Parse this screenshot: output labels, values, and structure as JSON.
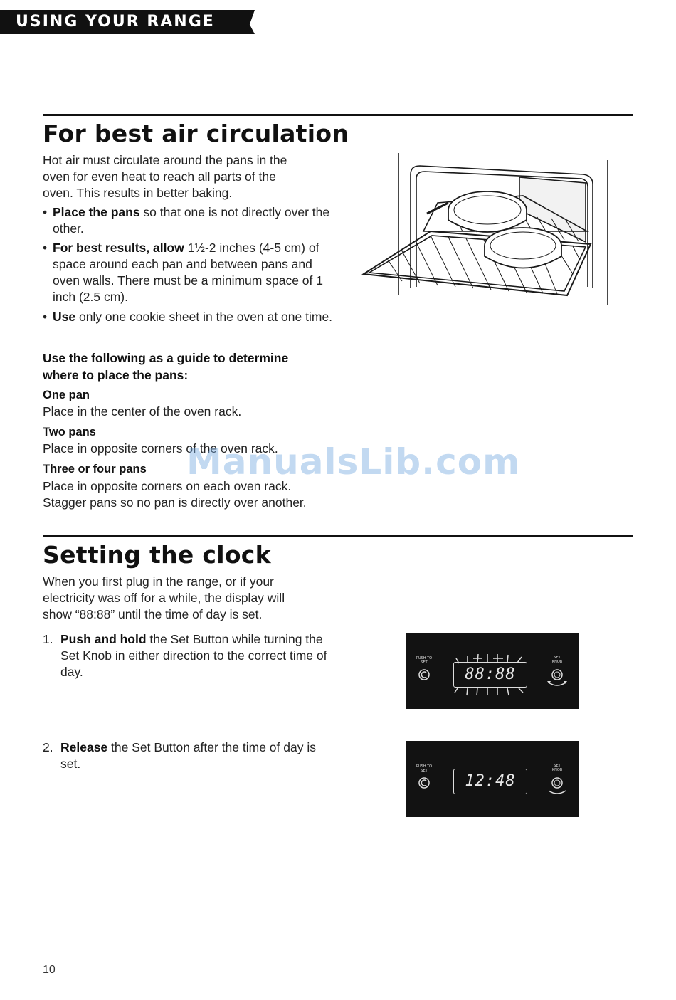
{
  "header": {
    "label": "USING YOUR RANGE"
  },
  "air_circulation": {
    "title": "For best air circulation",
    "intro": [
      "Hot air must circulate around the pans in the",
      "oven for even heat to reach all parts of the",
      "oven. This results in better baking."
    ],
    "bullets": [
      {
        "lead": "Place the pans",
        "rest": " so that one is not directly over the other."
      },
      {
        "lead": "For best results, allow",
        "rest": " 1½-2 inches (4-5 cm) of space around each pan and between pans and oven walls. There must be a minimum space of 1 inch (2.5 cm)."
      },
      {
        "lead": "Use",
        "rest": " only one cookie sheet in the oven at one time."
      }
    ],
    "guide": [
      "Use the following as a guide to determine",
      "where to place the pans:"
    ],
    "placements": [
      {
        "title": "One pan",
        "text": "Place in the center of the oven rack."
      },
      {
        "title": "Two pans",
        "text": "Place in opposite corners of the oven rack."
      },
      {
        "title": "Three or four pans",
        "text": "Place in opposite corners on each oven rack. Stagger pans so no pan is directly over another."
      }
    ]
  },
  "clock": {
    "title": "Setting the clock",
    "intro": [
      "When you first plug in the range, or if your",
      "electricity was off for a while, the display will",
      "show “88:88” until the time of day is set."
    ],
    "steps": [
      {
        "num": "1.",
        "lead": "Push and hold",
        "rest": " the Set Button while turning the Set Knob in either direction to the correct time of day."
      },
      {
        "num": "2.",
        "lead": "Release",
        "rest": " the Set Button after the time of day is set."
      }
    ],
    "panel1": {
      "push_label": "PUSH TO SET",
      "knob_label": "SET KNOB",
      "display": "88:88"
    },
    "panel2": {
      "push_label": "PUSH TO SET",
      "knob_label": "SET KNOB",
      "display": "12:48"
    }
  },
  "watermark": "ManualsLib.com",
  "page_number": "10"
}
